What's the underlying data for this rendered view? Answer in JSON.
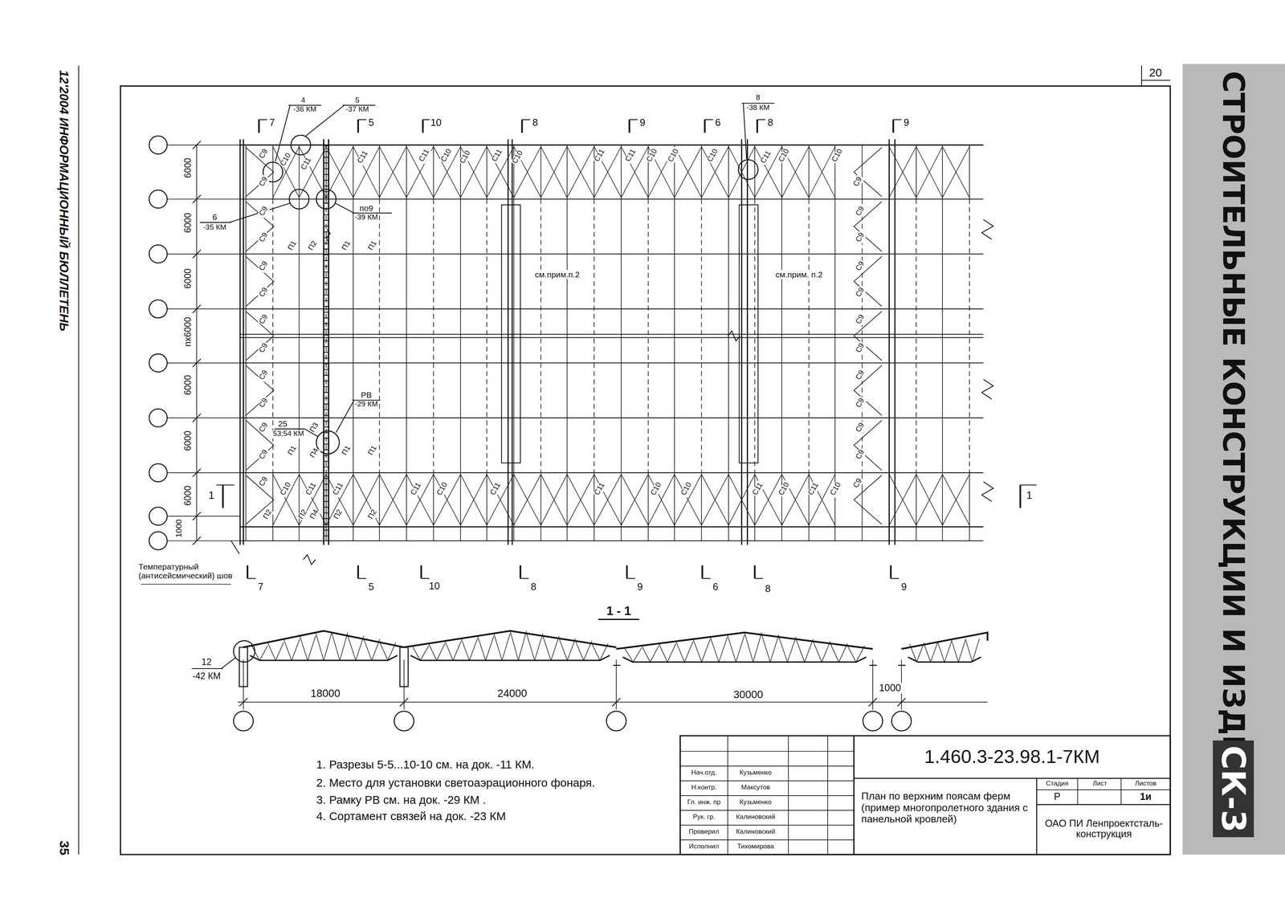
{
  "diagram": {
    "nodes": [
      {
        "text": [
          "СТРОИТЕЛЬНЫЕ КОНСТРУКЦИИ И ИЗДЕЛИЯ",
          "СК-3"
        ]
      }
    ],
    "labels": [
      "12'2004 ИНФОРМАЦИОННЫЙ БЮЛЛЕТЕНЬ",
      "35",
      "20",
      "4",
      "-36 КМ",
      "5",
      "-37 КМ",
      "8",
      "-38 КМ",
      "7",
      "5",
      "10",
      "8",
      "9",
      "6",
      "8",
      "9",
      "7",
      "5",
      "10",
      "8",
      "9",
      "6",
      "8",
      "9",
      "6000",
      "6000",
      "6000",
      "nx6000",
      "6000",
      "6000",
      "6000",
      "1000",
      "6",
      "-35 КМ",
      "по9",
      "-39 КМ",
      "см.прим.п.2",
      "см.прим. п.2",
      "РВ",
      "-29 КМ",
      "25",
      "53;54 КМ",
      "Температурный (антисейсмический) шов",
      "1",
      "1",
      "1 - 1",
      "12",
      "-42 КМ",
      "18000",
      "24000",
      "30000",
      "1000",
      "1. Разрезы 5-5...10-10 см. на док. -11 КМ.",
      "2. Место для установки светоаэрационного фонаря.",
      "3. Рамку РВ см. на док. -29 КМ .",
      "4. Сортамент связей на док. -23 КМ",
      "Нач.отд.",
      "Кузьменко",
      "Н.контр.",
      "Максутов",
      "Гл. инж. пр",
      "Кузьменко",
      "Рук. гр.",
      "Калиновский",
      "Проверил",
      "Калиновский",
      "Исполнил",
      "Тихомирова",
      "1.460.3-23.98.1-7КМ",
      "План по верхним поясам ферм (пример многопролетного здания с панельной кровлей)",
      "Стадия",
      "Лист",
      "Листов",
      "Р",
      "1и",
      "ОАО ПИ Ленпроектсталь-конструкция",
      "С9",
      "С9",
      "С10",
      "С11",
      "С11",
      "С11",
      "С10",
      "С10",
      "С11",
      "С10",
      "С11",
      "С11",
      "С10",
      "С10",
      "С10",
      "С11",
      "С10",
      "С10",
      "С9",
      "С9",
      "С9",
      "С9",
      "С9",
      "С9",
      "С9",
      "С9",
      "С9",
      "С9",
      "С9",
      "С9",
      "С9",
      "С9",
      "С9",
      "С9",
      "С9",
      "С9",
      "С9",
      "С9",
      "С9",
      "П1",
      "П2",
      "П1",
      "П1",
      "П3",
      "П1",
      "П4",
      "П1",
      "П1",
      "С9",
      "С10",
      "С11",
      "С11",
      "С11",
      "С10",
      "С11",
      "С11",
      "С10",
      "С10",
      "С11",
      "С10",
      "С11",
      "С10",
      "С9",
      "П2",
      "П2",
      "П4",
      "П2",
      "П2"
    ]
  }
}
